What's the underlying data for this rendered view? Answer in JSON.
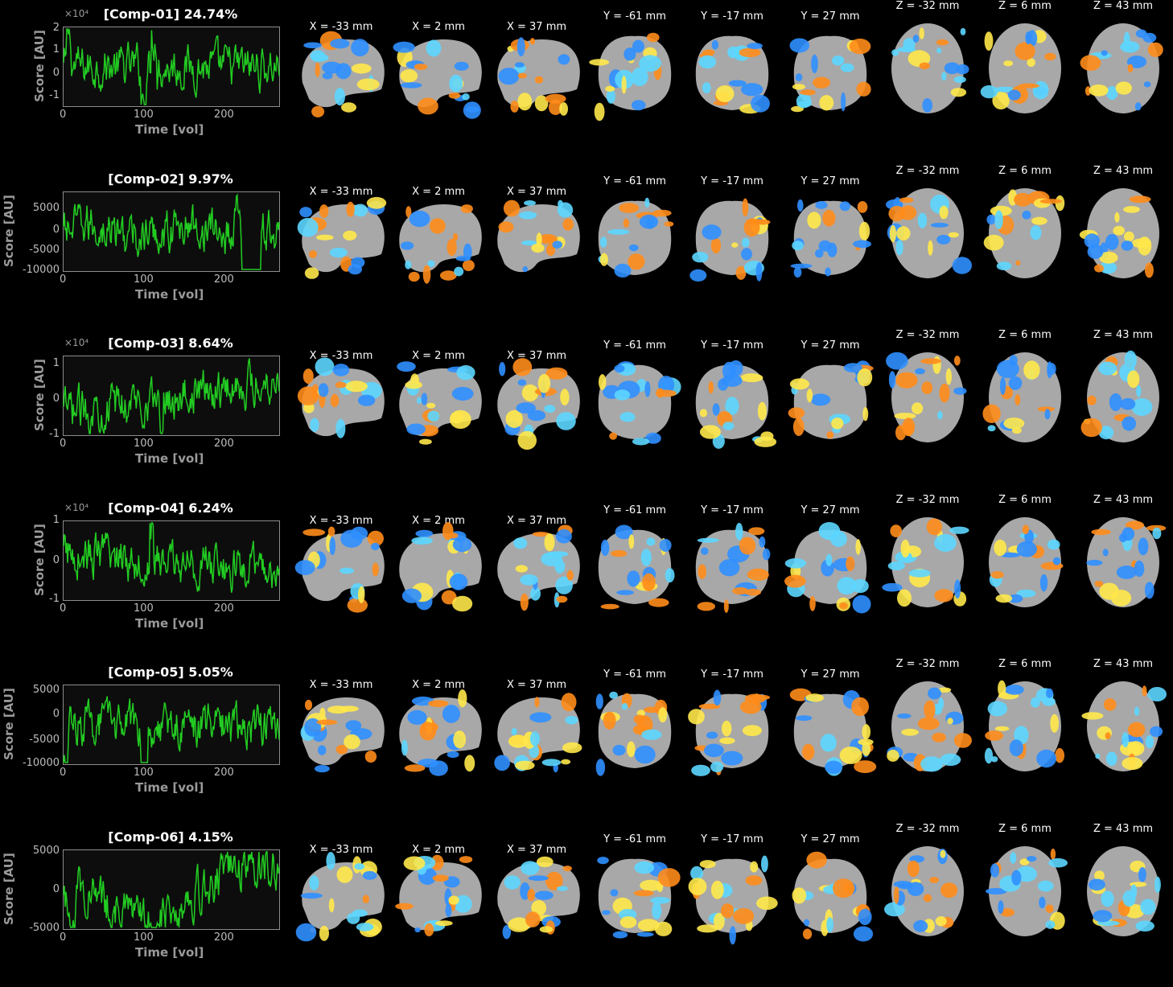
{
  "components": [
    {
      "title": "[Comp-01] 24.74%",
      "exponent": "×10⁴",
      "ylabel": "Score [AU]",
      "xlabel": "Time [vol]",
      "yticks": [
        "2",
        "1",
        "0",
        "-1"
      ],
      "xticks": [
        "0",
        "100",
        "200"
      ]
    },
    {
      "title": "[Comp-02] 9.97%",
      "exponent": "",
      "ylabel": "Score [AU]",
      "xlabel": "Time [vol]",
      "yticks": [
        "5000",
        "0",
        "-5000",
        "-10000"
      ],
      "xticks": [
        "0",
        "100",
        "200"
      ]
    },
    {
      "title": "[Comp-03] 8.64%",
      "exponent": "×10⁴",
      "ylabel": "Score [AU]",
      "xlabel": "Time [vol]",
      "yticks": [
        "1",
        "0",
        "-1"
      ],
      "xticks": [
        "0",
        "100",
        "200"
      ]
    },
    {
      "title": "[Comp-04] 6.24%",
      "exponent": "×10⁴",
      "ylabel": "Score [AU]",
      "xlabel": "Time [vol]",
      "yticks": [
        "1",
        "0",
        "-1"
      ],
      "xticks": [
        "0",
        "100",
        "200"
      ]
    },
    {
      "title": "[Comp-05] 5.05%",
      "exponent": "",
      "ylabel": "Score [AU]",
      "xlabel": "Time [vol]",
      "yticks": [
        "5000",
        "0",
        "-5000",
        "-10000"
      ],
      "xticks": [
        "0",
        "100",
        "200"
      ]
    },
    {
      "title": "[Comp-06] 4.15%",
      "exponent": "",
      "ylabel": "Score [AU]",
      "xlabel": "Time [vol]",
      "yticks": [
        "5000",
        "0",
        "-5000"
      ],
      "xticks": [
        "0",
        "100",
        "200"
      ]
    }
  ],
  "slices": [
    {
      "label": "X = -33 mm",
      "view": "sagittal"
    },
    {
      "label": "X = 2 mm",
      "view": "sagittal"
    },
    {
      "label": "X = 37 mm",
      "view": "sagittal"
    },
    {
      "label": "Y = -61 mm",
      "view": "coronal"
    },
    {
      "label": "Y = -17 mm",
      "view": "coronal"
    },
    {
      "label": "Y = 27 mm",
      "view": "coronal"
    },
    {
      "label": "Z = -32 mm",
      "view": "axial"
    },
    {
      "label": "Z = 6 mm",
      "view": "axial"
    },
    {
      "label": "Z = 43 mm",
      "view": "axial"
    }
  ],
  "colors": {
    "trace": "#22cc22",
    "positive": "#ff8c1a",
    "positive_hot": "#ffe84a",
    "negative": "#2f8fff",
    "negative_hot": "#5cd6ff",
    "brain": "#a8a8a8"
  }
}
